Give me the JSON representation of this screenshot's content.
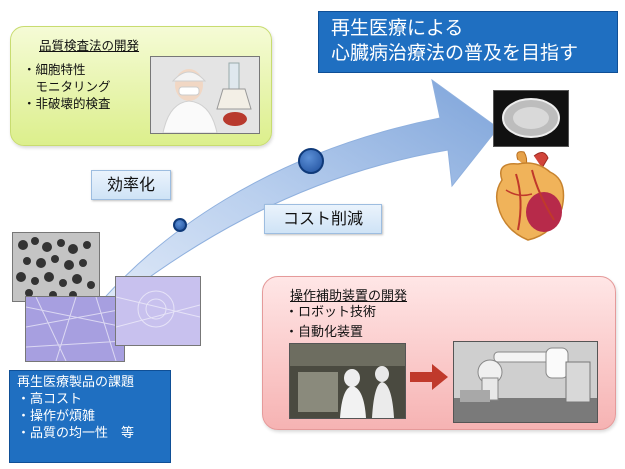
{
  "goal": {
    "line1": "再生医療による",
    "line2": "心臓病治療法の普及を目指す"
  },
  "quality_panel": {
    "title": "品質検査法の開発",
    "items": [
      "・細胞特性",
      "　モニタリング",
      "・非破壊的検査"
    ]
  },
  "labels": {
    "efficiency": "効率化",
    "cost_reduction": "コスト削減"
  },
  "issues_panel": {
    "title": "再生医療製品の課題",
    "items": [
      "・高コスト",
      "・操作が煩雑",
      "・品質の均一性　等"
    ]
  },
  "device_panel": {
    "title": "操作補助装置の開発",
    "items": [
      "・ロボット技術",
      "・自動化装置"
    ]
  },
  "colors": {
    "blue_box": "#1f6fc1",
    "green_panel": "#dcef8c",
    "pink_panel": "#f6b3b3",
    "arrow": "#a9c3e8",
    "red_arrow": "#c0392b"
  },
  "icons": [
    "curved-progress-arrow",
    "heart-icon",
    "petri-dish-image",
    "red-right-arrow"
  ]
}
